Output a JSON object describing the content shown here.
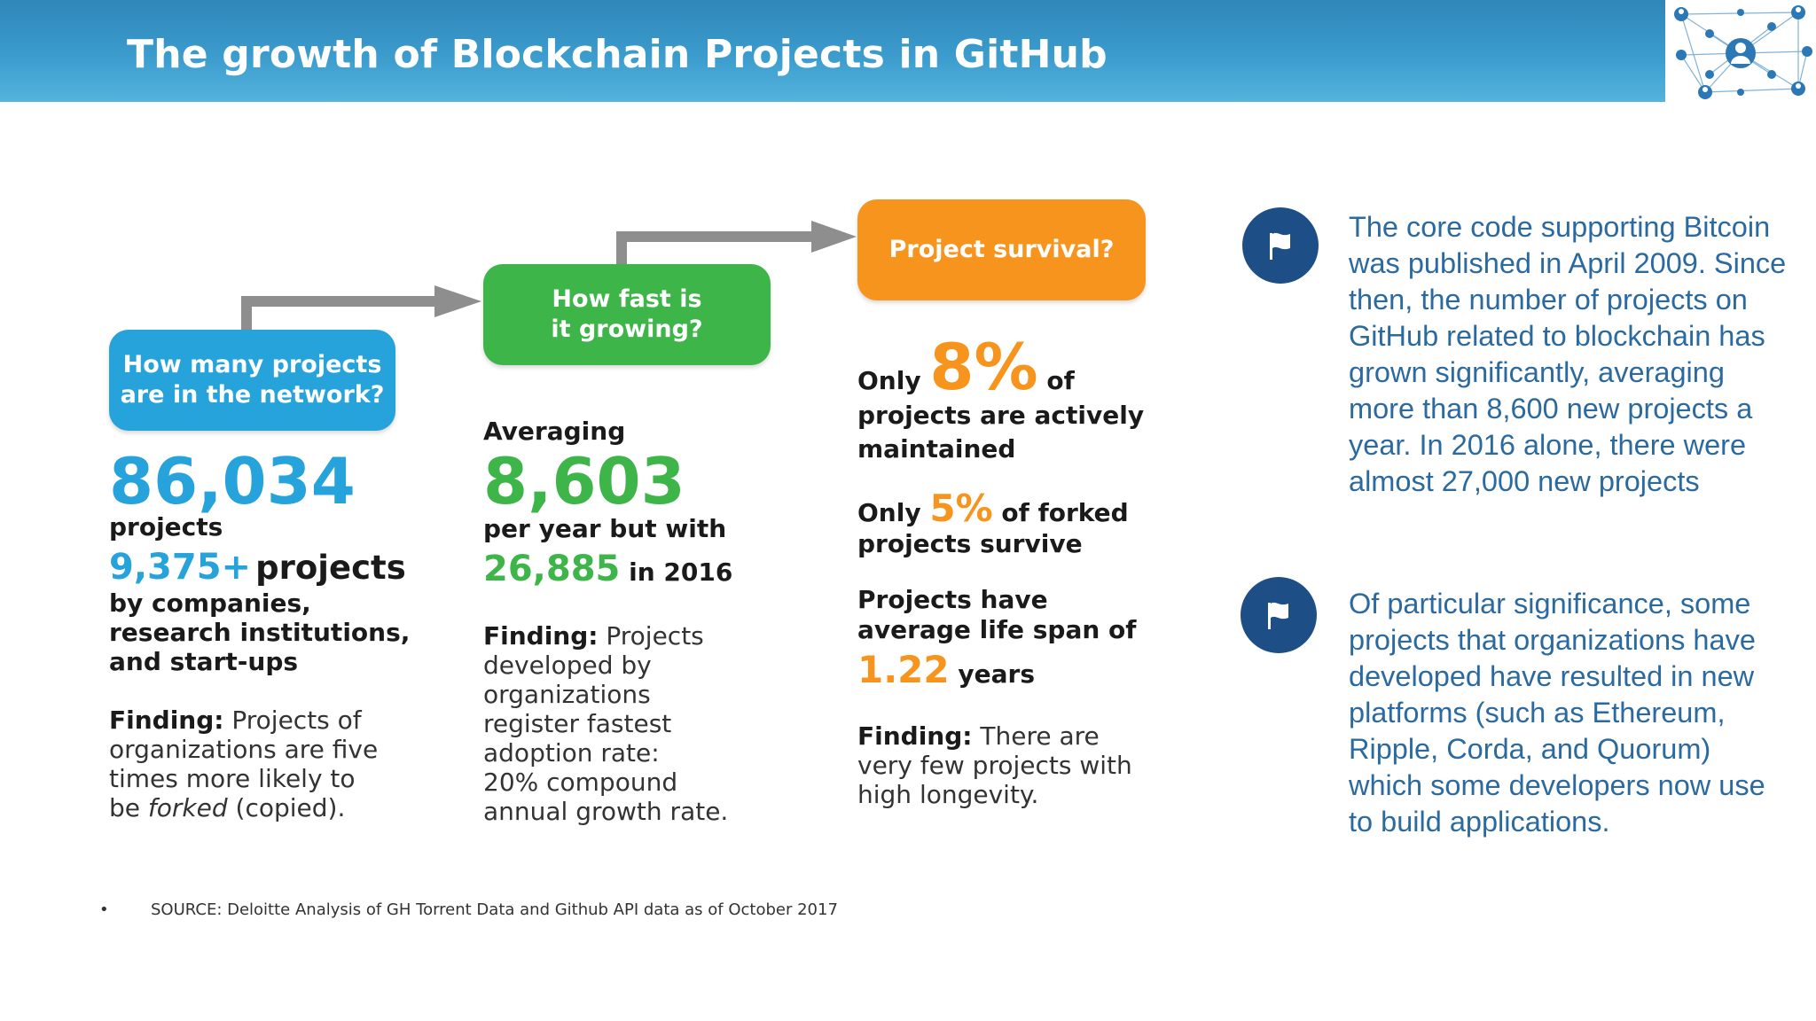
{
  "header": {
    "title": "The growth of Blockchain Projects in GitHub",
    "logo_icon": "network-people-icon"
  },
  "infographic": {
    "colors": {
      "blue": "#27a3dc",
      "green": "#3db549",
      "orange": "#f7941d"
    },
    "col1": {
      "question": "How many projects\nare in the network?",
      "total": "86,034",
      "total_label": "projects",
      "companies_count": "9,375+",
      "companies_label": "projects",
      "companies_desc_1": "by companies,",
      "companies_desc_2": "research institutions,",
      "companies_desc_3": "and start-ups",
      "finding_label": "Finding:",
      "finding_1": " Projects of",
      "finding_2": "organizations are five",
      "finding_3": "times more likely to",
      "finding_4a": "be ",
      "finding_4b": "forked",
      "finding_4c": " (copied)."
    },
    "col2": {
      "question": "How fast is\nit growing?",
      "averaging": "Averaging",
      "per_year": "8,603",
      "per_year_label": "per year but with",
      "in_2016_value": "26,885",
      "in_2016_label": " in 2016",
      "finding_label": "Finding:",
      "finding_1": " Projects",
      "finding_2": "developed by",
      "finding_3": "organizations",
      "finding_4": "register fastest",
      "finding_5": "adoption rate:",
      "finding_6": "20% compound",
      "finding_7": "annual growth rate."
    },
    "col3": {
      "question": "Project survival?",
      "only_1": "Only ",
      "active_pct": "8%",
      "of": " of",
      "active_label_1": "projects are actively",
      "active_label_2": "maintained",
      "only_2": "Only ",
      "forked_pct": "5%",
      "forked_label_1": " of forked",
      "forked_label_2": "projects survive",
      "lifespan_1": "Projects have",
      "lifespan_2": "average life span of",
      "lifespan_value": "1.22",
      "lifespan_unit": " years",
      "finding_label": "Finding:",
      "finding_1": " There are",
      "finding_2": "very few projects with",
      "finding_3": "high longevity."
    }
  },
  "bullets": [
    {
      "icon": "flag-icon",
      "text": "The core code supporting Bitcoin was published in April 2009. Since then, the number of projects on GitHub related to blockchain has grown significantly, averaging more than 8,600 new projects a year. In 2016 alone, there were almost 27,000 new projects"
    },
    {
      "icon": "flag-icon",
      "text": "Of particular significance, some projects that organizations have developed have resulted in new platforms (such as Ethereum, Ripple, Corda, and Quorum) which some developers now use to build applications."
    }
  ],
  "source": {
    "bullet": "•",
    "text": "SOURCE:  Deloitte Analysis of GH Torrent Data and Github API data as of October 2017"
  }
}
